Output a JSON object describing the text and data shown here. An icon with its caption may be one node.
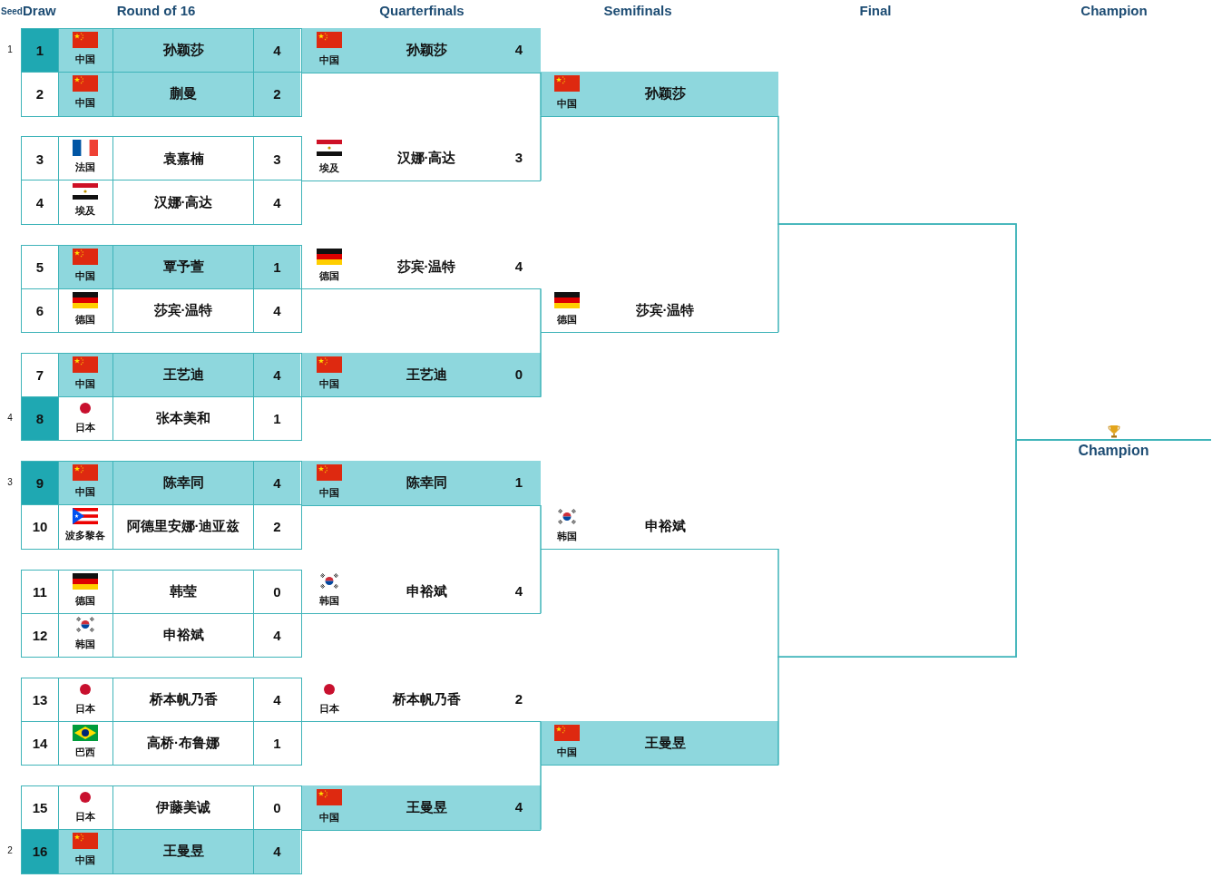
{
  "diagram": {
    "nodes": [
      {
        "text": [
          "1",
          "中国",
          "孙颖莎",
          "4"
        ],
        "beside": [
          "1"
        ]
      },
      {
        "text": [
          "2",
          "中国",
          "蒯曼",
          "2"
        ]
      },
      {
        "text": [
          "3",
          "法国",
          "袁嘉楠",
          "3"
        ]
      },
      {
        "text": [
          "4",
          "埃及",
          "汉娜·高达",
          "4"
        ]
      },
      {
        "text": [
          "5",
          "中国",
          "覃予萱",
          "1"
        ]
      },
      {
        "text": [
          "6",
          "德国",
          "莎宾·温特",
          "4"
        ]
      },
      {
        "text": [
          "7",
          "中国",
          "王艺迪",
          "4"
        ]
      },
      {
        "text": [
          "8",
          "日本",
          "张本美和",
          "1"
        ],
        "beside": [
          "4"
        ]
      },
      {
        "text": [
          "9",
          "中国",
          "陈幸同",
          "4"
        ],
        "beside": [
          "3"
        ]
      },
      {
        "text": [
          "10",
          "波多黎各",
          "阿德里安娜·迪亚兹",
          "2"
        ]
      },
      {
        "text": [
          "11",
          "德国",
          "韩莹",
          "0"
        ]
      },
      {
        "text": [
          "12",
          "韩国",
          "申裕斌",
          "4"
        ]
      },
      {
        "text": [
          "13",
          "日本",
          "桥本帆乃香",
          "4"
        ]
      },
      {
        "text": [
          "14",
          "巴西",
          "高桥·布鲁娜",
          "1"
        ]
      },
      {
        "text": [
          "15",
          "日本",
          "伊藤美诚",
          "0"
        ]
      },
      {
        "text": [
          "16",
          "中国",
          "王曼昱",
          "4"
        ],
        "beside": [
          "2"
        ]
      },
      {
        "text": [
          "中国",
          "孙颖莎",
          "4"
        ]
      },
      {
        "text": [
          "埃及",
          "汉娜·高达",
          "3"
        ]
      },
      {
        "text": [
          "德国",
          "莎宾·温特",
          "4"
        ]
      },
      {
        "text": [
          "中国",
          "王艺迪",
          "0"
        ]
      },
      {
        "text": [
          "中国",
          "陈幸同",
          "1"
        ]
      },
      {
        "text": [
          "韩国",
          "申裕斌",
          "4"
        ]
      },
      {
        "text": [
          "日本",
          "桥本帆乃香",
          "2"
        ]
      },
      {
        "text": [
          "中国",
          "王曼昱",
          "4"
        ]
      },
      {
        "text": [
          "中国",
          "孙颖莎"
        ]
      },
      {
        "text": [
          "德国",
          "莎宾·温特"
        ]
      },
      {
        "text": [
          "韩国",
          "申裕斌"
        ]
      },
      {
        "text": [
          "中国",
          "王曼昱"
        ]
      },
      {
        "text": [
          "Champion"
        ]
      }
    ],
    "edges": [
      {
        "from": 16,
        "to": 24,
        "arrow": "none"
      },
      {
        "from": 17,
        "to": 24,
        "arrow": "none"
      },
      {
        "from": 18,
        "to": 25,
        "arrow": "none"
      },
      {
        "from": 19,
        "to": 25,
        "arrow": "none"
      },
      {
        "from": 20,
        "to": 26,
        "arrow": "none"
      },
      {
        "from": 21,
        "to": 26,
        "arrow": "none"
      },
      {
        "from": 22,
        "to": 27,
        "arrow": "none"
      },
      {
        "from": 23,
        "to": 27,
        "arrow": "none"
      },
      {
        "from": 24,
        "to": 28,
        "arrow": "none"
      },
      {
        "from": 25,
        "to": 28,
        "arrow": "none"
      },
      {
        "from": 26,
        "to": 28,
        "arrow": "none"
      },
      {
        "from": 27,
        "to": 28,
        "arrow": "none"
      }
    ],
    "labels": [
      "Seed",
      "Draw",
      "Round of 16",
      "Quarterfinals",
      "Semifinals",
      "Final",
      "Champion"
    ]
  }
}
